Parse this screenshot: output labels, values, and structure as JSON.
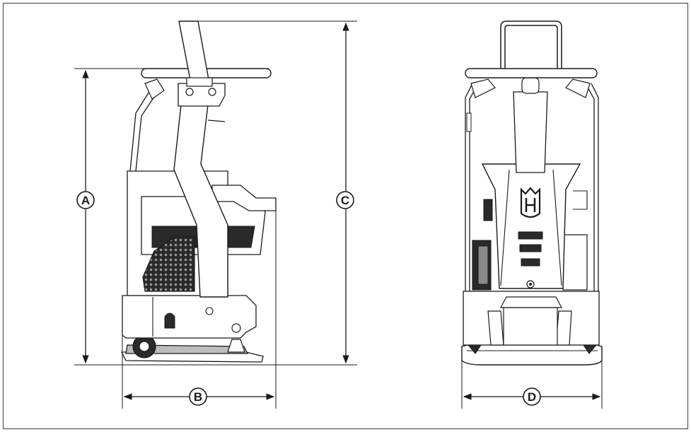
{
  "dimensions": {
    "a": {
      "label": "A"
    },
    "b": {
      "label": "B"
    },
    "c": {
      "label": "C"
    },
    "d": {
      "label": "D"
    }
  },
  "colors": {
    "ink": "#1a1a1a",
    "dark_panel": "#2a2a2a",
    "grille": "#8a8a8a",
    "background": "#ffffff"
  },
  "icons": {
    "logo": "husqvarna-crown-logo-icon"
  }
}
